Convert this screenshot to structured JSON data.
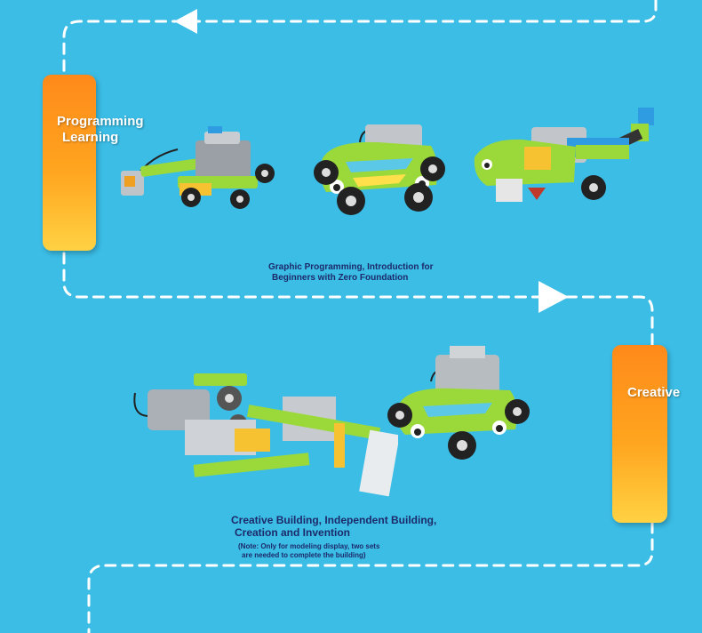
{
  "stage1": {
    "tab_label_line1": "Programming",
    "tab_label_line2": "Learning",
    "caption_line1": "Graphic Programming, Introduction for",
    "caption_line2": "Beginners with Zero Foundation"
  },
  "stage2": {
    "tab_label": "Creative",
    "caption_line1": "Creative Building, Independent Building,",
    "caption_line2": "Creation and Invention",
    "note_line1": "(Note: Only for modeling display, two sets",
    "note_line2": "are needed to complete the building)"
  },
  "colors": {
    "background": "#3bbde6",
    "path": "#ffffff",
    "tab_top": "#ff8a1a",
    "tab_bottom": "#ffd243",
    "brick_green": "#9bd93a",
    "brick_gray": "#9aa0a6",
    "caption_text": "#1d2a6a"
  }
}
